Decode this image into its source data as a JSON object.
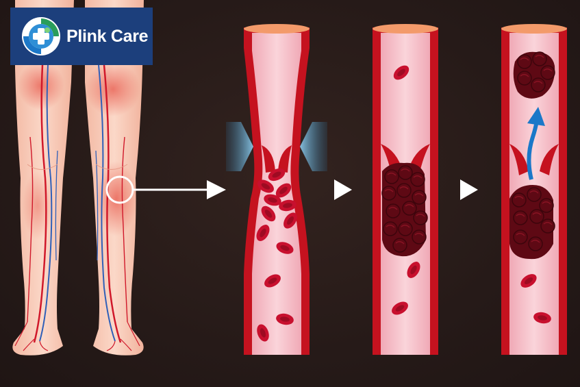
{
  "brand": {
    "name": "Plink Care",
    "logo_icon": "medical-cross-globe-icon",
    "background": "#1c3f7c"
  },
  "diagram": {
    "stages": [
      "leg-veins-overview",
      "compressed-vein-slow-flow",
      "clot-forming-at-valve",
      "clot-breaking-off"
    ],
    "colors": {
      "background": "#2a1d1c",
      "skin": "#f6c8b6",
      "vessel_wall": "#c5121f",
      "vessel_lumen": "#f6c2cc",
      "blood_cell": "#c8102e",
      "clot": "#5e0914",
      "compression_arrow": "#7fc3e6",
      "flow_arrow": "#1a78c8",
      "pointer": "#ffffff"
    },
    "icons": [
      "highlight-circle-icon",
      "pointer-arrow-icon",
      "play-arrow-icon",
      "compression-arrow-icon",
      "embolus-arrow-icon"
    ]
  }
}
